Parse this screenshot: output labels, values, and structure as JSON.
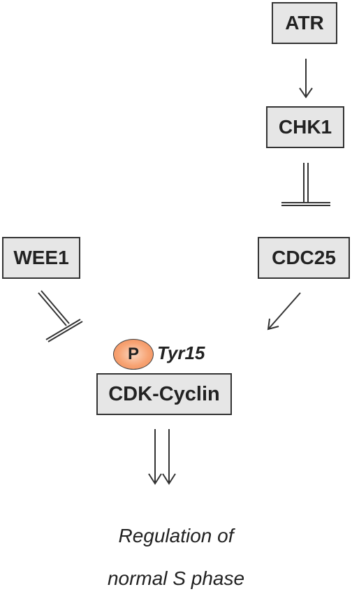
{
  "nodes": {
    "atr": "ATR",
    "chk1": "CHK1",
    "wee1": "WEE1",
    "cdc25": "CDC25",
    "cdk_cyclin": "CDK-Cyclin"
  },
  "modification": {
    "symbol": "P",
    "site": "Tyr15",
    "color": "#f4a070"
  },
  "outcome": {
    "line1": "Regulation of",
    "line2": "normal S phase"
  },
  "edges": [
    {
      "from": "ATR",
      "to": "CHK1",
      "type": "activation"
    },
    {
      "from": "CHK1",
      "to": "CDC25",
      "type": "inhibition"
    },
    {
      "from": "WEE1",
      "to": "CDK-Cyclin",
      "type": "inhibition"
    },
    {
      "from": "CDC25",
      "to": "CDK-Cyclin",
      "type": "activation"
    },
    {
      "from": "CDK-Cyclin",
      "to": "Regulation of normal S phase",
      "type": "double-arrow"
    }
  ]
}
